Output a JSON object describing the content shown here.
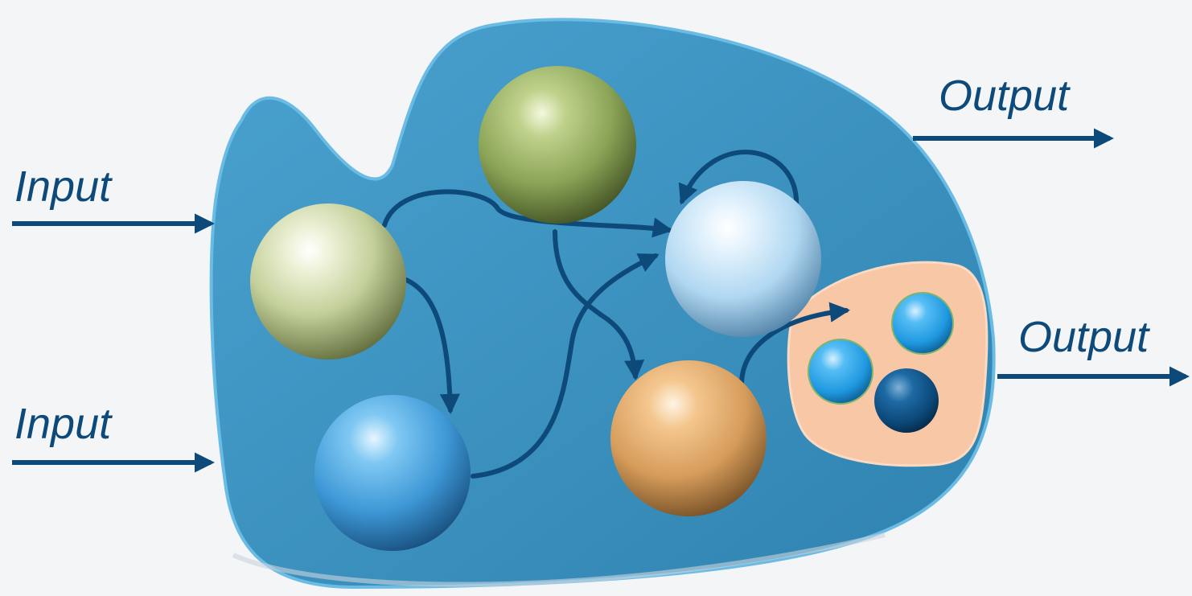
{
  "labels": {
    "input_top": "Input",
    "input_bottom": "Input",
    "output_top": "Output",
    "output_bottom": "Output"
  },
  "nodes": [
    {
      "id": "pale-green",
      "color": "#c3cf9a"
    },
    {
      "id": "olive-green",
      "color": "#93ac5a"
    },
    {
      "id": "light-blue",
      "color": "#b8dcf3"
    },
    {
      "id": "sky-blue",
      "color": "#45a6e3"
    },
    {
      "id": "orange",
      "color": "#e1a766"
    }
  ],
  "subsystem_nodes": [
    {
      "id": "small-blue-1",
      "color": "#2ba5ec"
    },
    {
      "id": "small-blue-2",
      "color": "#2ba5ec"
    },
    {
      "id": "dark-blue",
      "color": "#0e4f83"
    }
  ],
  "edges": [
    {
      "from": "pale-green",
      "to": "light-blue"
    },
    {
      "from": "pale-green",
      "to": "sky-blue"
    },
    {
      "from": "sky-blue",
      "to": "light-blue"
    },
    {
      "from": "olive-green",
      "to": "orange"
    },
    {
      "from": "light-blue",
      "to": "light-blue"
    },
    {
      "from": "orange",
      "to": "subsystem"
    }
  ],
  "colors": {
    "system_fill": "#3a8dba",
    "system_edge": "#5db3df",
    "subsystem_fill": "#f7c7a6",
    "arrow": "#0d4a7a",
    "text": "#0d4a7a",
    "background": "#f4f5f7"
  }
}
